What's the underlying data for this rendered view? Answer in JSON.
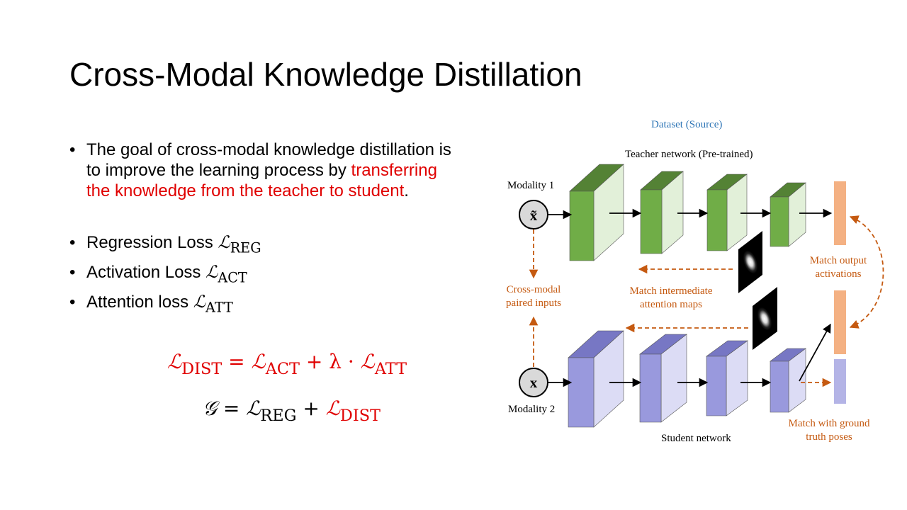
{
  "slide": {
    "title": "Cross-Modal Knowledge Distillation",
    "bullet_symbol": "•",
    "bullets": [
      {
        "line1": "The goal of cross-modal knowledge distillation is",
        "line2_plain": "to improve the learning process by ",
        "line2_red": "transferring",
        "line3_red": "the knowledge from the teacher to student",
        "line3_end": "."
      },
      {
        "text": "Regression Loss ",
        "symbol": "ℒ",
        "sub": "REG"
      },
      {
        "text": "Activation Loss ",
        "symbol": "ℒ",
        "sub": "ACT"
      },
      {
        "text": "Attention loss ",
        "symbol": "ℒ",
        "sub": "ATT"
      }
    ],
    "equations": {
      "eq1": {
        "lhs": "ℒ",
        "lhs_sub": "DIST",
        "equals": " = ",
        "t1": "ℒ",
        "t1_sub": "ACT",
        "plus": " + λ · ",
        "t2": "ℒ",
        "t2_sub": "ATT"
      },
      "eq2": {
        "lhs": "𝒢",
        "equals": " = ",
        "t1": "ℒ",
        "t1_sub": "REG",
        "plus": " + ",
        "t2": "ℒ",
        "t2_sub": "DIST"
      }
    }
  },
  "diagram": {
    "dataset_label": "Dataset (Source)",
    "teacher_label": "Teacher network (Pre-trained)",
    "student_label": "Student network",
    "modality1": "Modality 1",
    "modality2": "Modality 2",
    "node_top": "x̃",
    "node_bottom": "x",
    "cross_modal_1": "Cross-modal",
    "cross_modal_2": "paired inputs",
    "match_attention_1": "Match intermediate",
    "match_attention_2": "attention maps",
    "match_output_1": "Match output",
    "match_output_2": "activations",
    "match_gt_1": "Match with ground",
    "match_gt_2": "truth poses",
    "colors": {
      "teacher_front": "#70ad47",
      "teacher_side": "#e2f0d9",
      "teacher_top": "#548235",
      "student_front": "#9999dd",
      "student_side": "#dcdcf5",
      "student_top": "#7777c4",
      "output_bar": "#f4b183",
      "gt_bar": "#b4b4e6",
      "dashed_arrow": "#c55a11",
      "dataset_text": "#2e75b6"
    }
  }
}
